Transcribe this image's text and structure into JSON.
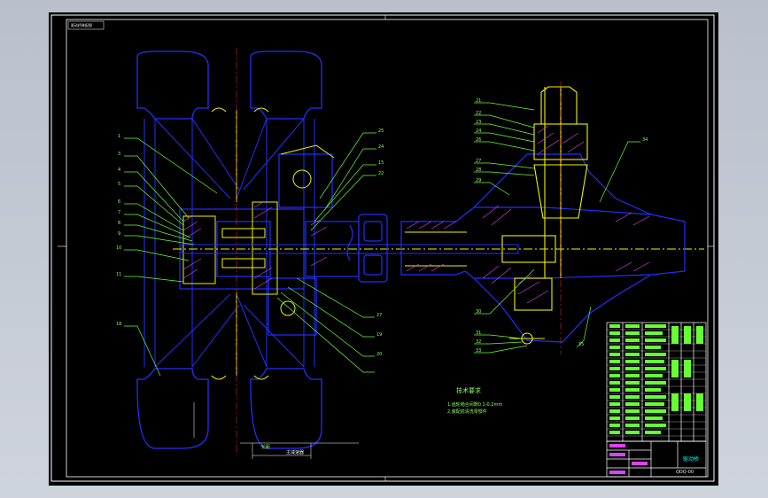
{
  "colors": {
    "background": "#000000",
    "border": "#ffffff",
    "outline_blue": "#2230ff",
    "part_yellow": "#f2f200",
    "leader_green": "#66ff33",
    "hatch_magenta": "#e040ff",
    "center_red": "#ff3333",
    "title_cyan": "#00ffff"
  },
  "drawing": {
    "corner_tag": "驱动桥装配图",
    "tech_notes_title": "技术要求",
    "tech_notes_lines": [
      "1.齿轮啮合间隙0.1-0.2mm",
      "2.装配前清洗零部件"
    ],
    "left_labels": [
      "1",
      "3",
      "4",
      "5",
      "6",
      "7",
      "8",
      "9",
      "10",
      "11",
      "18"
    ],
    "right_labels": [
      "25",
      "24",
      "15",
      "22",
      "27",
      "19",
      "20"
    ],
    "hub_labels": [
      "21",
      "22",
      "23",
      "24",
      "26",
      "27",
      "28",
      "29",
      "30",
      "31",
      "32",
      "33"
    ],
    "outer_labels": [
      "34",
      "35"
    ],
    "dim_labels": [
      "轮距",
      "主减速器"
    ],
    "title_block": {
      "name": "驱动桥",
      "drawing_no": "QDQ-00"
    }
  }
}
